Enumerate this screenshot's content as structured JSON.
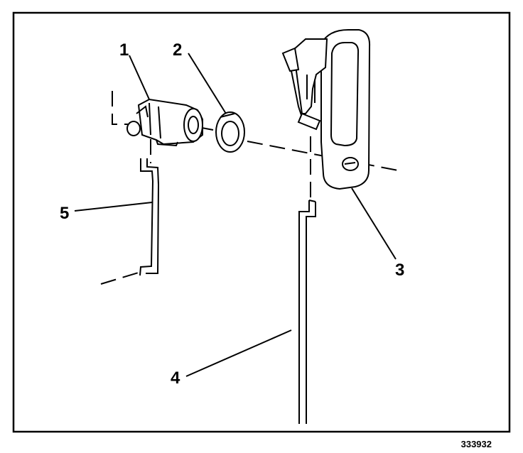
{
  "diagram": {
    "callouts": [
      {
        "id": "1",
        "label": "1"
      },
      {
        "id": "2",
        "label": "2"
      },
      {
        "id": "3",
        "label": "3"
      },
      {
        "id": "4",
        "label": "4"
      },
      {
        "id": "5",
        "label": "5"
      }
    ],
    "figure_id": "333932"
  }
}
